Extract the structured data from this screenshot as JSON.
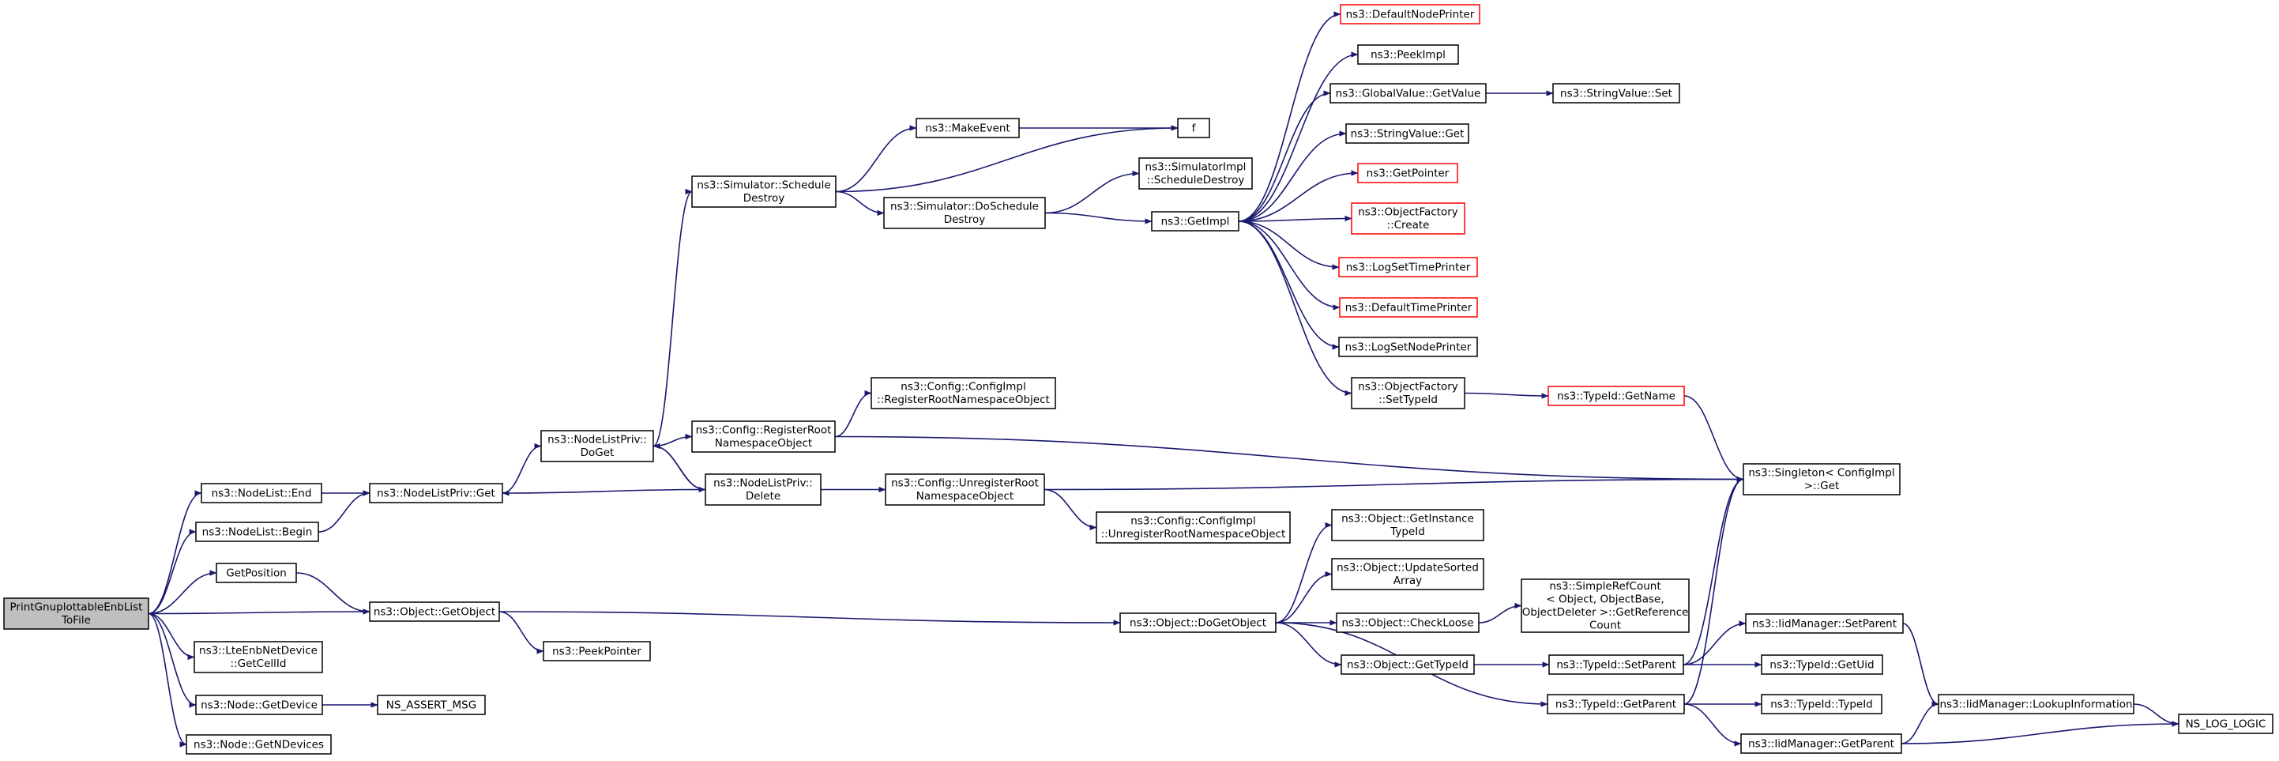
{
  "diagram": {
    "nodes": [
      {
        "id": "root",
        "lines": [
          "PrintGnuplottableEnbList",
          "ToFile"
        ],
        "style": "root"
      },
      {
        "id": "nl_end",
        "lines": [
          "ns3::NodeList::End"
        ]
      },
      {
        "id": "nl_begin",
        "lines": [
          "ns3::NodeList::Begin"
        ]
      },
      {
        "id": "getpos",
        "lines": [
          "GetPosition"
        ]
      },
      {
        "id": "lte",
        "lines": [
          "ns3::LteEnbNetDevice",
          "::GetCellId"
        ]
      },
      {
        "id": "getdev",
        "lines": [
          "ns3::Node::GetDevice"
        ]
      },
      {
        "id": "getndev",
        "lines": [
          "ns3::Node::GetNDevices"
        ]
      },
      {
        "id": "nlp_get",
        "lines": [
          "ns3::NodeListPriv::Get"
        ]
      },
      {
        "id": "obj_getobj",
        "lines": [
          "ns3::Object::GetObject"
        ]
      },
      {
        "id": "assert",
        "lines": [
          "NS_ASSERT_MSG"
        ]
      },
      {
        "id": "nlp_doget",
        "lines": [
          "ns3::NodeListPriv::",
          "DoGet"
        ]
      },
      {
        "id": "peekptr",
        "lines": [
          "ns3::PeekPointer"
        ]
      },
      {
        "id": "reg_root",
        "lines": [
          "ns3::Config::RegisterRoot",
          "NamespaceObject"
        ]
      },
      {
        "id": "nlp_delete",
        "lines": [
          "ns3::NodeListPriv::",
          "Delete"
        ]
      },
      {
        "id": "sim_sched",
        "lines": [
          "ns3::Simulator::Schedule",
          "Destroy"
        ]
      },
      {
        "id": "ci_reg",
        "lines": [
          "ns3::Config::ConfigImpl",
          "::RegisterRootNamespaceObject"
        ]
      },
      {
        "id": "unreg_root",
        "lines": [
          "ns3::Config::UnregisterRoot",
          "NamespaceObject"
        ]
      },
      {
        "id": "makeevent",
        "lines": [
          "ns3::MakeEvent"
        ]
      },
      {
        "id": "sim_dosched",
        "lines": [
          "ns3::Simulator::DoSchedule",
          "Destroy"
        ]
      },
      {
        "id": "ci_unreg",
        "lines": [
          "ns3::Config::ConfigImpl",
          "::UnregisterRootNamespaceObject"
        ]
      },
      {
        "id": "obj_dogetobj",
        "lines": [
          "ns3::Object::DoGetObject"
        ]
      },
      {
        "id": "f",
        "lines": [
          "f"
        ]
      },
      {
        "id": "simimpl_sched",
        "lines": [
          "ns3::SimulatorImpl",
          "::ScheduleDestroy"
        ]
      },
      {
        "id": "getimpl",
        "lines": [
          "ns3::GetImpl"
        ]
      },
      {
        "id": "defnodeprinter",
        "lines": [
          "ns3::DefaultNodePrinter"
        ],
        "style": "red"
      },
      {
        "id": "peekimpl",
        "lines": [
          "ns3::PeekImpl"
        ]
      },
      {
        "id": "gv_getvalue",
        "lines": [
          "ns3::GlobalValue::GetValue"
        ]
      },
      {
        "id": "sv_get",
        "lines": [
          "ns3::StringValue::Get"
        ]
      },
      {
        "id": "getpointer",
        "lines": [
          "ns3::GetPointer"
        ],
        "style": "red"
      },
      {
        "id": "of_create",
        "lines": [
          "ns3::ObjectFactory",
          "::Create"
        ],
        "style": "red"
      },
      {
        "id": "logsettime",
        "lines": [
          "ns3::LogSetTimePrinter"
        ],
        "style": "red"
      },
      {
        "id": "deftimeprinter",
        "lines": [
          "ns3::DefaultTimePrinter"
        ],
        "style": "red"
      },
      {
        "id": "logsetnode",
        "lines": [
          "ns3::LogSetNodePrinter"
        ]
      },
      {
        "id": "of_settypeid",
        "lines": [
          "ns3::ObjectFactory",
          "::SetTypeId"
        ]
      },
      {
        "id": "obj_getinst",
        "lines": [
          "ns3::Object::GetInstance",
          "TypeId"
        ]
      },
      {
        "id": "obj_updsorted",
        "lines": [
          "ns3::Object::UpdateSorted",
          "Array"
        ]
      },
      {
        "id": "obj_checkloose",
        "lines": [
          "ns3::Object::CheckLoose"
        ]
      },
      {
        "id": "obj_gettypeid",
        "lines": [
          "ns3::Object::GetTypeId"
        ]
      },
      {
        "id": "sv_set",
        "lines": [
          "ns3::StringValue::Set"
        ]
      },
      {
        "id": "tid_getname",
        "lines": [
          "ns3::TypeId::GetName"
        ],
        "style": "red"
      },
      {
        "id": "srefcount",
        "lines": [
          "ns3::SimpleRefCount",
          "< Object, ObjectBase,",
          "ObjectDeleter >::GetReference",
          "Count"
        ]
      },
      {
        "id": "tid_setparent",
        "lines": [
          "ns3::TypeId::SetParent"
        ]
      },
      {
        "id": "tid_getparent",
        "lines": [
          "ns3::TypeId::GetParent"
        ]
      },
      {
        "id": "singleton",
        "lines": [
          "ns3::Singleton< ConfigImpl",
          ">::Get"
        ]
      },
      {
        "id": "iid_setparent",
        "lines": [
          "ns3::IidManager::SetParent"
        ]
      },
      {
        "id": "tid_getuid",
        "lines": [
          "ns3::TypeId::GetUid"
        ]
      },
      {
        "id": "tid_typeid",
        "lines": [
          "ns3::TypeId::TypeId"
        ]
      },
      {
        "id": "iid_getparent",
        "lines": [
          "ns3::IidManager::GetParent"
        ]
      },
      {
        "id": "iid_lookup",
        "lines": [
          "ns3::IidManager::LookupInformation"
        ]
      },
      {
        "id": "ns_log_logic",
        "lines": [
          "NS_LOG_LOGIC"
        ]
      }
    ],
    "edges": [
      [
        "root",
        "nl_end"
      ],
      [
        "root",
        "nl_begin"
      ],
      [
        "root",
        "getpos"
      ],
      [
        "root",
        "obj_getobj"
      ],
      [
        "root",
        "lte"
      ],
      [
        "root",
        "getdev"
      ],
      [
        "root",
        "getndev"
      ],
      [
        "nl_end",
        "nlp_get"
      ],
      [
        "nl_begin",
        "nlp_get"
      ],
      [
        "getpos",
        "obj_getobj"
      ],
      [
        "getdev",
        "assert"
      ],
      [
        "nlp_get",
        "nlp_doget"
      ],
      [
        "obj_getobj",
        "peekptr"
      ],
      [
        "obj_getobj",
        "obj_dogetobj"
      ],
      [
        "nlp_doget",
        "sim_sched"
      ],
      [
        "nlp_doget",
        "reg_root"
      ],
      [
        "nlp_doget",
        "nlp_delete"
      ],
      [
        "nlp_delete",
        "nlp_get"
      ],
      [
        "nlp_delete",
        "nlp_doget"
      ],
      [
        "nlp_delete",
        "unreg_root"
      ],
      [
        "reg_root",
        "ci_reg"
      ],
      [
        "reg_root",
        "singleton"
      ],
      [
        "sim_sched",
        "makeevent"
      ],
      [
        "sim_sched",
        "f"
      ],
      [
        "sim_sched",
        "sim_dosched"
      ],
      [
        "makeevent",
        "f"
      ],
      [
        "sim_dosched",
        "simimpl_sched"
      ],
      [
        "sim_dosched",
        "getimpl"
      ],
      [
        "unreg_root",
        "ci_unreg"
      ],
      [
        "unreg_root",
        "singleton"
      ],
      [
        "getimpl",
        "defnodeprinter"
      ],
      [
        "getimpl",
        "peekimpl"
      ],
      [
        "getimpl",
        "gv_getvalue"
      ],
      [
        "getimpl",
        "sv_get"
      ],
      [
        "getimpl",
        "getpointer"
      ],
      [
        "getimpl",
        "of_create"
      ],
      [
        "getimpl",
        "logsettime"
      ],
      [
        "getimpl",
        "deftimeprinter"
      ],
      [
        "getimpl",
        "logsetnode"
      ],
      [
        "getimpl",
        "of_settypeid"
      ],
      [
        "gv_getvalue",
        "sv_set"
      ],
      [
        "of_settypeid",
        "tid_getname"
      ],
      [
        "tid_getname",
        "singleton"
      ],
      [
        "obj_dogetobj",
        "obj_getinst"
      ],
      [
        "obj_dogetobj",
        "obj_updsorted"
      ],
      [
        "obj_dogetobj",
        "obj_checkloose"
      ],
      [
        "obj_dogetobj",
        "obj_gettypeid"
      ],
      [
        "obj_dogetobj",
        "tid_getparent"
      ],
      [
        "obj_checkloose",
        "srefcount"
      ],
      [
        "obj_gettypeid",
        "tid_setparent"
      ],
      [
        "tid_setparent",
        "singleton"
      ],
      [
        "tid_setparent",
        "iid_setparent"
      ],
      [
        "tid_setparent",
        "tid_getuid"
      ],
      [
        "tid_getparent",
        "singleton"
      ],
      [
        "tid_getparent",
        "tid_typeid"
      ],
      [
        "tid_getparent",
        "iid_getparent"
      ],
      [
        "iid_setparent",
        "iid_lookup"
      ],
      [
        "iid_getparent",
        "iid_lookup"
      ],
      [
        "iid_getparent",
        "ns_log_logic"
      ],
      [
        "iid_lookup",
        "ns_log_logic"
      ]
    ]
  }
}
